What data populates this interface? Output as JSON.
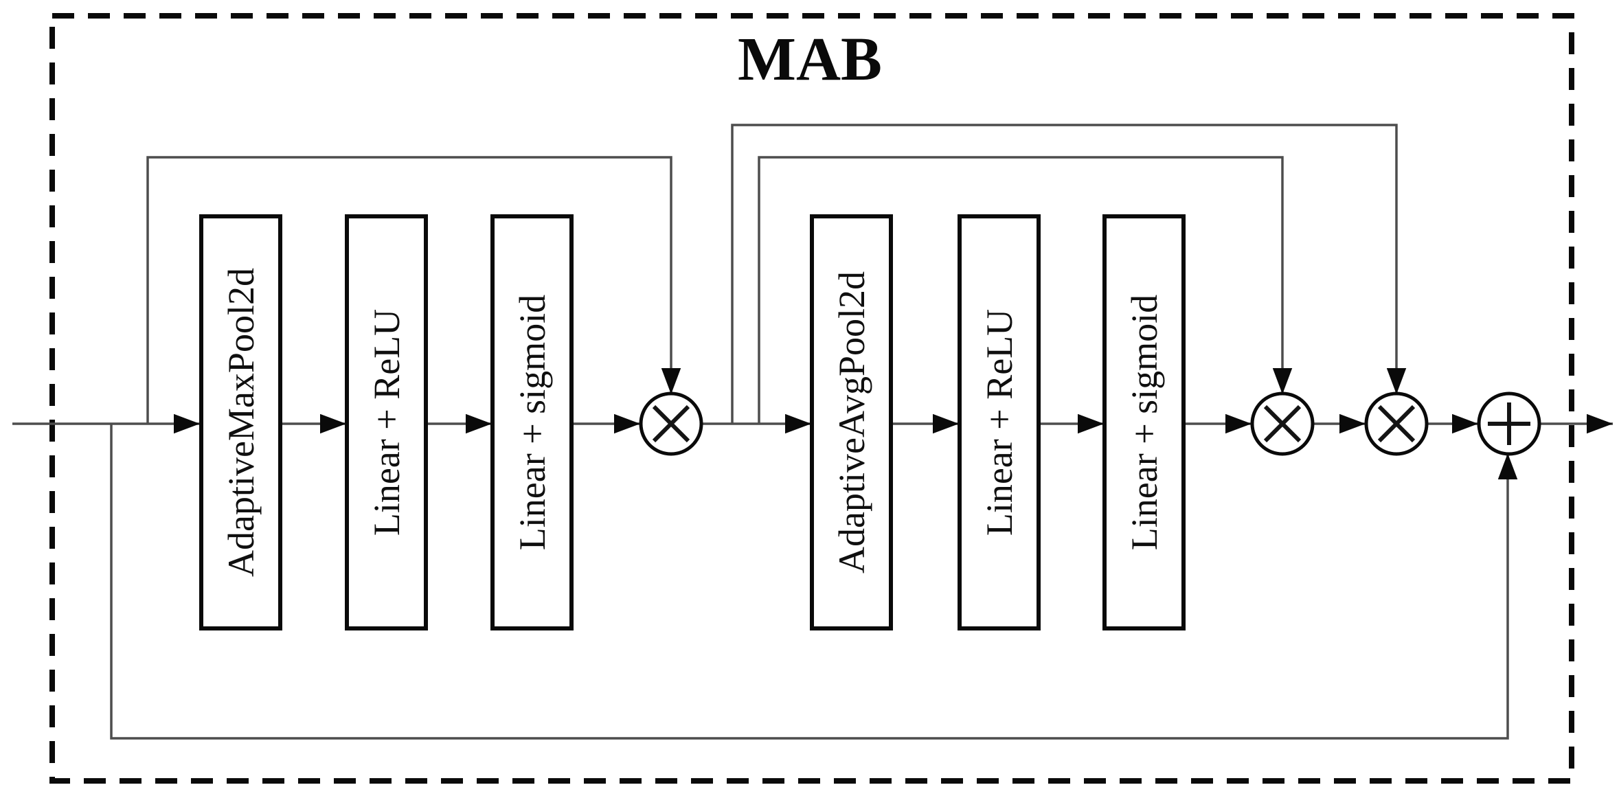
{
  "diagram": {
    "title": "MAB",
    "blocks": [
      {
        "id": "adaptive-max-pool2d",
        "label": "AdaptiveMaxPool2d"
      },
      {
        "id": "linear-relu-1",
        "label": "Linear + ReLU"
      },
      {
        "id": "linear-sigmoid-1",
        "label": "Linear + sigmoid"
      },
      {
        "id": "adaptive-avg-pool2d",
        "label": "AdaptiveAvgPool2d"
      },
      {
        "id": "linear-relu-2",
        "label": "Linear + ReLU"
      },
      {
        "id": "linear-sigmoid-2",
        "label": "Linear + sigmoid"
      }
    ],
    "operators": [
      {
        "id": "multiply-1",
        "symbol": "×"
      },
      {
        "id": "multiply-2",
        "symbol": "×"
      },
      {
        "id": "multiply-3",
        "symbol": "×"
      },
      {
        "id": "add-1",
        "symbol": "+"
      }
    ],
    "colors": {
      "background": "#ffffff",
      "shape_stroke": "#0a0a0a",
      "wire_stroke": "#4d4d4d",
      "text": "#0f0f0f"
    }
  }
}
